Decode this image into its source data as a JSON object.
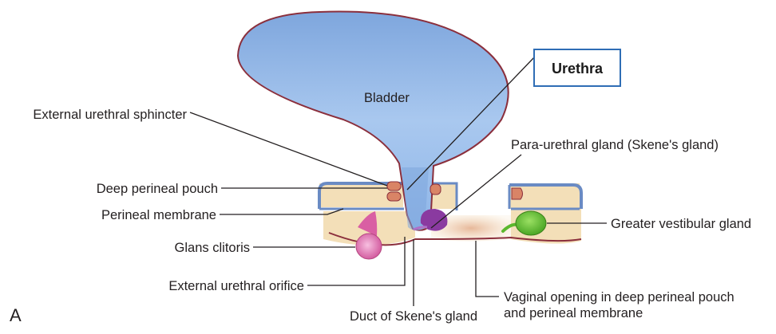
{
  "figure": {
    "panel_letter": "A",
    "title_box": "Urethra",
    "labels": {
      "bladder": "Bladder",
      "external_urethral_sphincter": "External urethral sphincter",
      "deep_perineal_pouch": "Deep perineal pouch",
      "perineal_membrane": "Perineal membrane",
      "glans_clitoris": "Glans clitoris",
      "external_urethral_orifice": "External urethral orifice",
      "duct_of_skenes_gland": "Duct of Skene's gland",
      "para_urethral_gland": "Para-urethral gland (Skene's gland)",
      "greater_vestibular_gland": "Greater vestibular gland",
      "vaginal_opening_line1": "Vaginal opening in deep perineal pouch",
      "vaginal_opening_line2": "and perineal membrane"
    },
    "colors": {
      "bladder_fill": "#8fb6e8",
      "bladder_outline": "#8b2f3c",
      "pouch_fill": "#f3dfb8",
      "membrane": "#6a8bc4",
      "sphincter": "#d98466",
      "skene_gland": "#8a3aa0",
      "vestibular_gland": "#5cb82e",
      "glans": "#d95fa3",
      "title_border": "#2f6db5"
    }
  }
}
